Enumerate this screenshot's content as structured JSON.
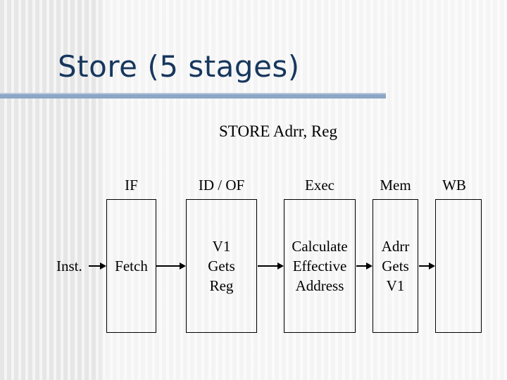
{
  "slide": {
    "title": "Store (5 stages)",
    "subtitle": "STORE Adrr, Reg",
    "input_label": "Inst.",
    "colors": {
      "title_text": "#17375e",
      "underline": "#8ca6c6",
      "body_text": "#000000",
      "box_border": "#000000",
      "background_stripe_dark": "#e6e6e6",
      "background_stripe_light": "#f5f5f5"
    },
    "stages": [
      {
        "header": "IF",
        "lines": [
          "Fetch"
        ]
      },
      {
        "header": "ID / OF",
        "lines": [
          "V1",
          "Gets",
          "Reg"
        ]
      },
      {
        "header": "Exec",
        "lines": [
          "Calculate",
          "Effective",
          "Address"
        ]
      },
      {
        "header": "Mem",
        "lines": [
          "Adrr",
          "Gets",
          "V1"
        ]
      },
      {
        "header": "WB",
        "lines": []
      }
    ]
  }
}
